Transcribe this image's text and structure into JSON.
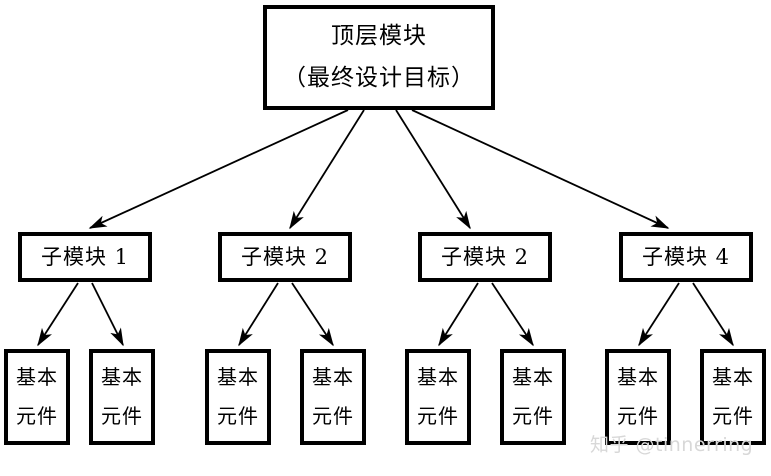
{
  "diagram": {
    "title_text": "顶层模块",
    "root": {
      "id": "root",
      "line1": "顶层模块",
      "line2": "（最终设计目标）"
    },
    "sub_modules": [
      {
        "id": "sub-1",
        "label": "子模块 1"
      },
      {
        "id": "sub-2",
        "label": "子模块 2"
      },
      {
        "id": "sub-3",
        "label": "子模块 2"
      },
      {
        "id": "sub-4",
        "label": "子模块 4"
      }
    ],
    "leaves": [
      {
        "id": "leaf-1",
        "line1": "基本",
        "line2": "元件"
      },
      {
        "id": "leaf-2",
        "line1": "基本",
        "line2": "元件"
      },
      {
        "id": "leaf-3",
        "line1": "基本",
        "line2": "元件"
      },
      {
        "id": "leaf-4",
        "line1": "基本",
        "line2": "元件"
      },
      {
        "id": "leaf-5",
        "line1": "基本",
        "line2": "元件"
      },
      {
        "id": "leaf-6",
        "line1": "基本",
        "line2": "元件"
      },
      {
        "id": "leaf-7",
        "line1": "基本",
        "line2": "元件"
      },
      {
        "id": "leaf-8",
        "line1": "基本",
        "line2": "元件"
      }
    ],
    "colors": {
      "background": "#ffffff",
      "box_border": "#000000",
      "box_fill": "#ffffff",
      "edge": "#000000",
      "text": "#000000",
      "watermark": "#d8d8d8"
    }
  },
  "watermark": {
    "text": "知乎 @tinnerring"
  }
}
